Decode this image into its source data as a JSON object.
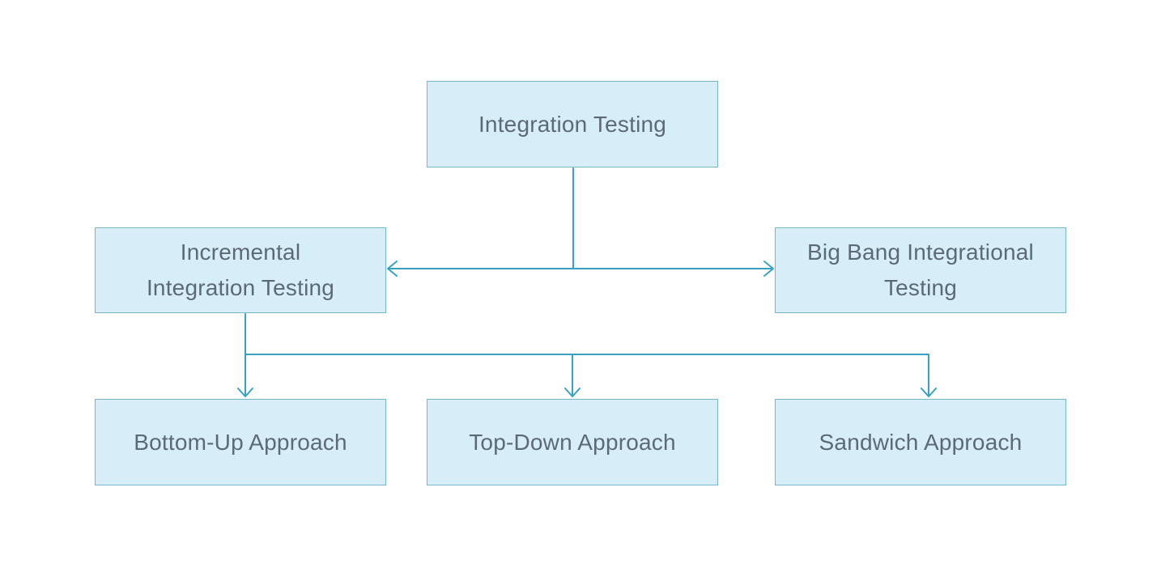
{
  "diagram": {
    "title": "Integration Testing flowchart",
    "colors": {
      "background": "#ffffff",
      "node_fill": "#d7edf7",
      "node_border": "#7ab6cb",
      "connector": "#35a2c2",
      "text": "#5b6a76"
    },
    "nodes": {
      "root": {
        "label": "Integration Testing",
        "line1": "Integration Testing"
      },
      "incremental": {
        "label": "Incremental Integration Testing",
        "line1": "Incremental",
        "line2": "Integration Testing"
      },
      "bigbang": {
        "label": "Big Bang Integrational Testing",
        "line1": "Big Bang Integrational",
        "line2": "Testing"
      },
      "bottomup": {
        "label": "Bottom-Up Approach",
        "line1": "Bottom-Up Approach"
      },
      "topdown": {
        "label": "Top-Down Approach",
        "line1": "Top-Down Approach"
      },
      "sandwich": {
        "label": "Sandwich Approach",
        "line1": "Sandwich Approach"
      }
    },
    "edges": [
      {
        "from": "Integration Testing",
        "to": "Incremental Integration Testing"
      },
      {
        "from": "Integration Testing",
        "to": "Big Bang Integrational Testing"
      },
      {
        "from": "Incremental Integration Testing",
        "to": "Bottom-Up Approach"
      },
      {
        "from": "Incremental Integration Testing",
        "to": "Top-Down Approach"
      },
      {
        "from": "Incremental Integration Testing",
        "to": "Sandwich Approach"
      }
    ]
  }
}
